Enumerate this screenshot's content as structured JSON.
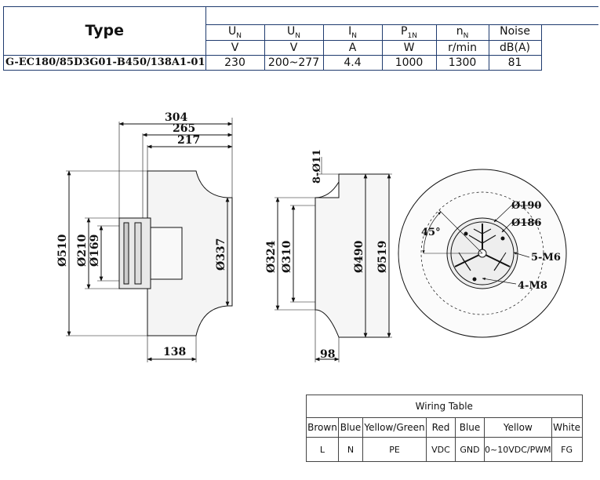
{
  "spec_table": {
    "type_label": "Type",
    "model": "G-EC180/85D3G01-B450/138A1-01",
    "columns": [
      {
        "symbol": "U",
        "sub": "N",
        "unit": "V",
        "value": "230"
      },
      {
        "symbol": "U",
        "sub": "N",
        "unit": "V",
        "value": "200~277"
      },
      {
        "symbol": "I",
        "sub": "N",
        "unit": "A",
        "value": "4.4"
      },
      {
        "symbol": "P",
        "sub": "1N",
        "unit": "W",
        "value": "1000"
      },
      {
        "symbol": "n",
        "sub": "N",
        "unit": "r/min",
        "value": "1300"
      },
      {
        "symbol": "Noise",
        "sub": "",
        "unit": "dB(A)",
        "value": "81"
      }
    ]
  },
  "dimensions": {
    "side_view": {
      "top": [
        "304",
        "265",
        "217"
      ],
      "left": [
        "Ø510",
        "Ø210",
        "Ø169"
      ],
      "right": "Ø337",
      "bottom": "138"
    },
    "inlet_view": {
      "holes": "8-Ø11",
      "diameters": [
        "Ø324",
        "Ø310",
        "Ø490",
        "Ø519"
      ],
      "bottom": "98"
    },
    "front_view": {
      "angle": "45°",
      "d1": "Ø190",
      "d2": "Ø186",
      "screws1": "5-M6",
      "screws2": "4-M8"
    }
  },
  "wiring_table": {
    "title": "Wiring Table",
    "headers": [
      "Brown",
      "Blue",
      "Yellow/Green",
      "Red",
      "Blue",
      "Yellow",
      "White"
    ],
    "values": [
      "L",
      "N",
      "PE",
      "VDC",
      "GND",
      "0~10VDC/PWM",
      "FG"
    ]
  }
}
